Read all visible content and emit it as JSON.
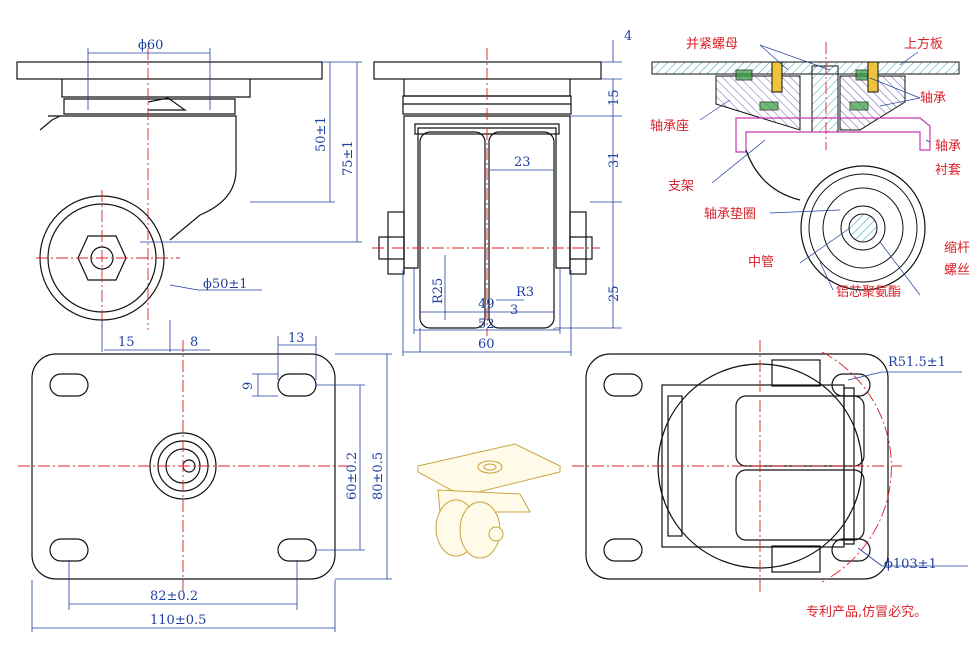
{
  "dims": {
    "phi60": "ϕ60",
    "h50": "50±1",
    "h75": "75±1",
    "phi50": "ϕ50±1",
    "d15": "15",
    "d8": "8",
    "d4": "4",
    "s15": "15",
    "s31": "31",
    "s25": "25",
    "w23": "23",
    "r25": "R25",
    "r3": "R3",
    "w3": "3",
    "w49": "49",
    "w52": "52",
    "w60": "60",
    "d13": "13",
    "d9": "9",
    "p60": "60±0.2",
    "p80": "80±0.5",
    "p82": "82±0.2",
    "p110": "110±0.5",
    "r515": "R51.5±1",
    "phi103": "ϕ103±1"
  },
  "labels": {
    "lock_nut": "并紧螺母",
    "top_plate": "上方板",
    "bearing_seat": "轴承座",
    "bearing": "轴承",
    "bushing_a": "轴承",
    "bushing_b": "衬套",
    "bracket": "支架",
    "washer": "轴承垫圈",
    "pipe": "中管",
    "bolt_a": "缩杆",
    "bolt_b": "螺丝",
    "wheel": "铝芯聚氨酯"
  },
  "note": "专利产品,仿冒必究。",
  "colors": {
    "line": "#111111",
    "dim": "#1f3fa0",
    "center": "#d8232a",
    "hatch": "#2ba7b5",
    "thread": "#2f9d3a",
    "bracket": "#c43bb0",
    "render": "#c9a53e"
  }
}
